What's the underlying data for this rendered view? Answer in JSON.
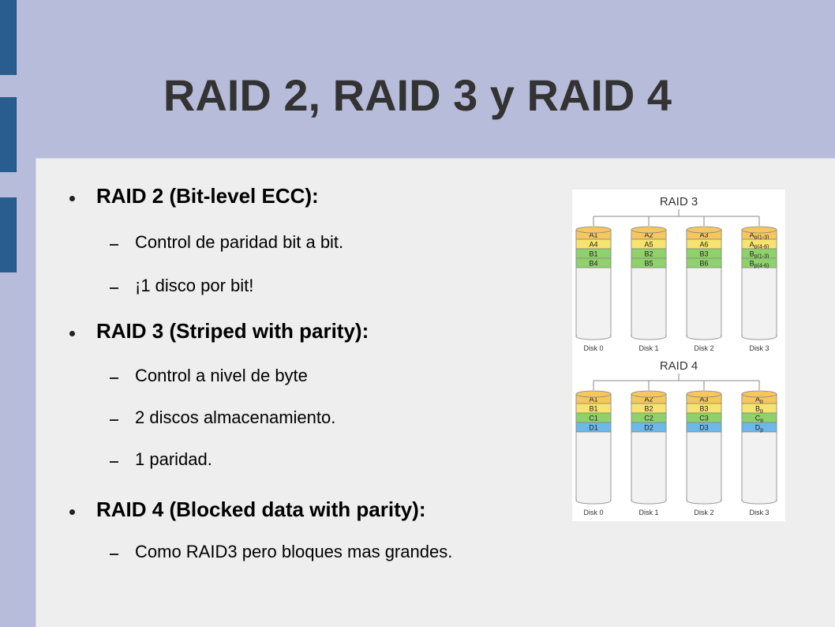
{
  "slide": {
    "title": "RAID 2, RAID 3 y RAID 4",
    "colors": {
      "background": "#b8bcdb",
      "panel": "#eeeeee",
      "sidebar_accent": "#2a5d8f"
    }
  },
  "bullets": [
    {
      "text": "RAID 2 (Bit-level ECC):",
      "subs": [
        "Control de paridad bit a bit.",
        "¡1 disco por bit!"
      ]
    },
    {
      "text": "RAID 3 (Striped with parity):",
      "subs": [
        "Control a nivel de byte",
        "2 discos almacenamiento.",
        "1 paridad."
      ]
    },
    {
      "text": "RAID 4 (Blocked data with parity):",
      "subs": [
        "Como RAID3 pero bloques mas grandes."
      ]
    }
  ],
  "figure": {
    "raid3": {
      "label": "RAID 3",
      "disks": [
        {
          "name": "Disk 0",
          "blocks": [
            "A1",
            "A4",
            "B1",
            "B4"
          ]
        },
        {
          "name": "Disk 1",
          "blocks": [
            "A2",
            "A5",
            "B2",
            "B5"
          ]
        },
        {
          "name": "Disk 2",
          "blocks": [
            "A3",
            "A6",
            "B3",
            "B6"
          ]
        },
        {
          "name": "Disk 3",
          "blocks": [
            "Ap(1-3)",
            "Ap(4-6)",
            "Bp(1-3)",
            "Bp(4-6)"
          ]
        }
      ],
      "block_colors": [
        "#f6c75e",
        "#f7e46e",
        "#8fd16a",
        "#8fd16a"
      ]
    },
    "raid4": {
      "label": "RAID 4",
      "disks": [
        {
          "name": "Disk 0",
          "blocks": [
            "A1",
            "B1",
            "C1",
            "D1"
          ]
        },
        {
          "name": "Disk 1",
          "blocks": [
            "A2",
            "B2",
            "C2",
            "D2"
          ]
        },
        {
          "name": "Disk 2",
          "blocks": [
            "A3",
            "B3",
            "C3",
            "D3"
          ]
        },
        {
          "name": "Disk 3",
          "blocks": [
            "Ap",
            "Bp",
            "Cp",
            "Dp"
          ]
        }
      ],
      "block_colors": [
        "#f6c75e",
        "#f7e46e",
        "#8fd16a",
        "#6cb8e8"
      ]
    }
  }
}
